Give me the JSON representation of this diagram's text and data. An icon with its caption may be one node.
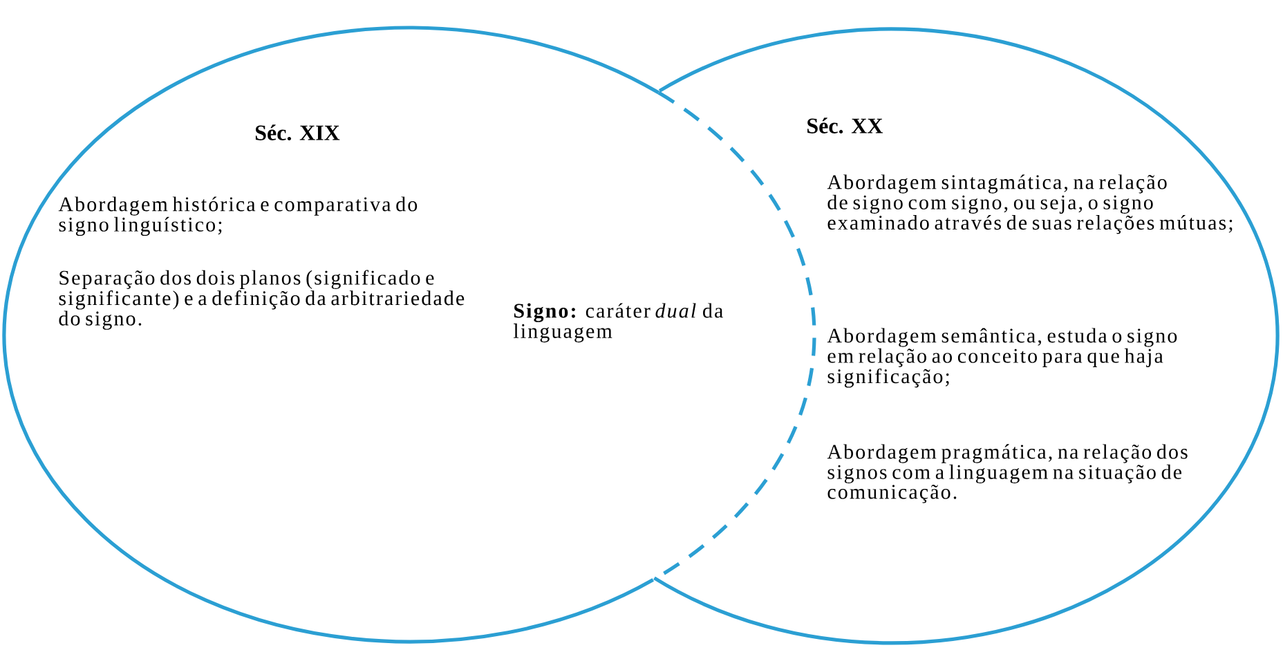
{
  "diagram": {
    "nodes": [
      {
        "text": [
          "Séc. XIX",
          "Abordagem histórica e comparativa do signo linguístico;",
          "Separação dos dois planos (significado e significante) e a definição da arbitrariedade do signo."
        ]
      },
      {
        "text": [
          "**Signo:** caráter *dual* da linguagem"
        ]
      },
      {
        "text": [
          "Séc. XX",
          "Abordagem sintagmática, na relação de signo com signo, ou seja, o signo examinado através de suas relações mútuas;",
          "Abordagem semântica, estuda o signo em relação ao conceito para que haja significação;",
          "Abordagem pragmática, na relação dos signos com a linguagem na situação de comunicação."
        ]
      }
    ],
    "edges": []
  }
}
